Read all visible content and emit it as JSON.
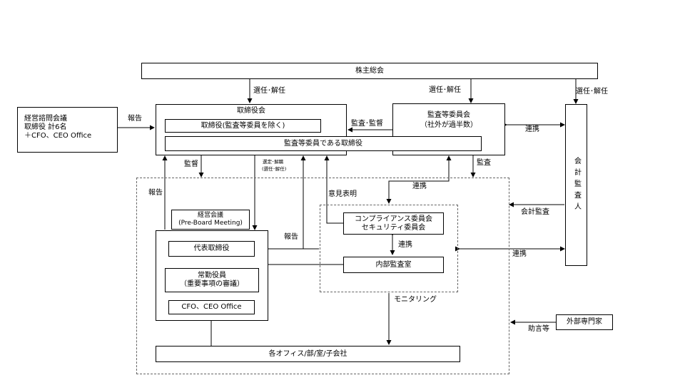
{
  "nodes": {
    "shareholders": "株主総会",
    "advisory_line1": "経営諮問会議",
    "advisory_line2": "取締役 計6名",
    "advisory_line3": "＋CFO、CEO Office",
    "board": "取締役会",
    "board_directors": "取締役(監査等委員を除く)",
    "board_audit_directors": "監査等委員である取締役",
    "audit_committee_line1": "監査等委員会",
    "audit_committee_line2": "（社外が過半数）",
    "auditor": "会計監査人",
    "mgmt_meeting_line1": "経営会議",
    "mgmt_meeting_line2": "(Pre-Board Meeting)",
    "representative": "代表取締役",
    "executives_line1": "常勤役員",
    "executives_line2": "（重要事項の審議）",
    "cfo_office": "CFO、CEO Office",
    "compliance_line1": "コンプライアンス委員会",
    "compliance_line2": "セキュリティ委員会",
    "internal_audit": "内部監査室",
    "offices": "各オフィス/部/室/子会社",
    "external": "外部専門家"
  },
  "labels": {
    "elect_1": "選任･解任",
    "elect_2": "選任･解任",
    "elect_3": "選任･解任",
    "report_advisory": "報告",
    "audit_supervise": "監査･監督",
    "coop_1": "連携",
    "supervise": "監督",
    "appoint_line1": "選定･解職",
    "appoint_line2": "(選任･解任)",
    "audit": "監査",
    "report_left": "報告",
    "opinion": "意見表明",
    "coop_2": "連携",
    "accounting_audit": "会計監査",
    "report_mid": "報告",
    "coop_3": "連携",
    "coop_4": "連携",
    "monitoring": "モニタリング",
    "advice": "助言等"
  }
}
